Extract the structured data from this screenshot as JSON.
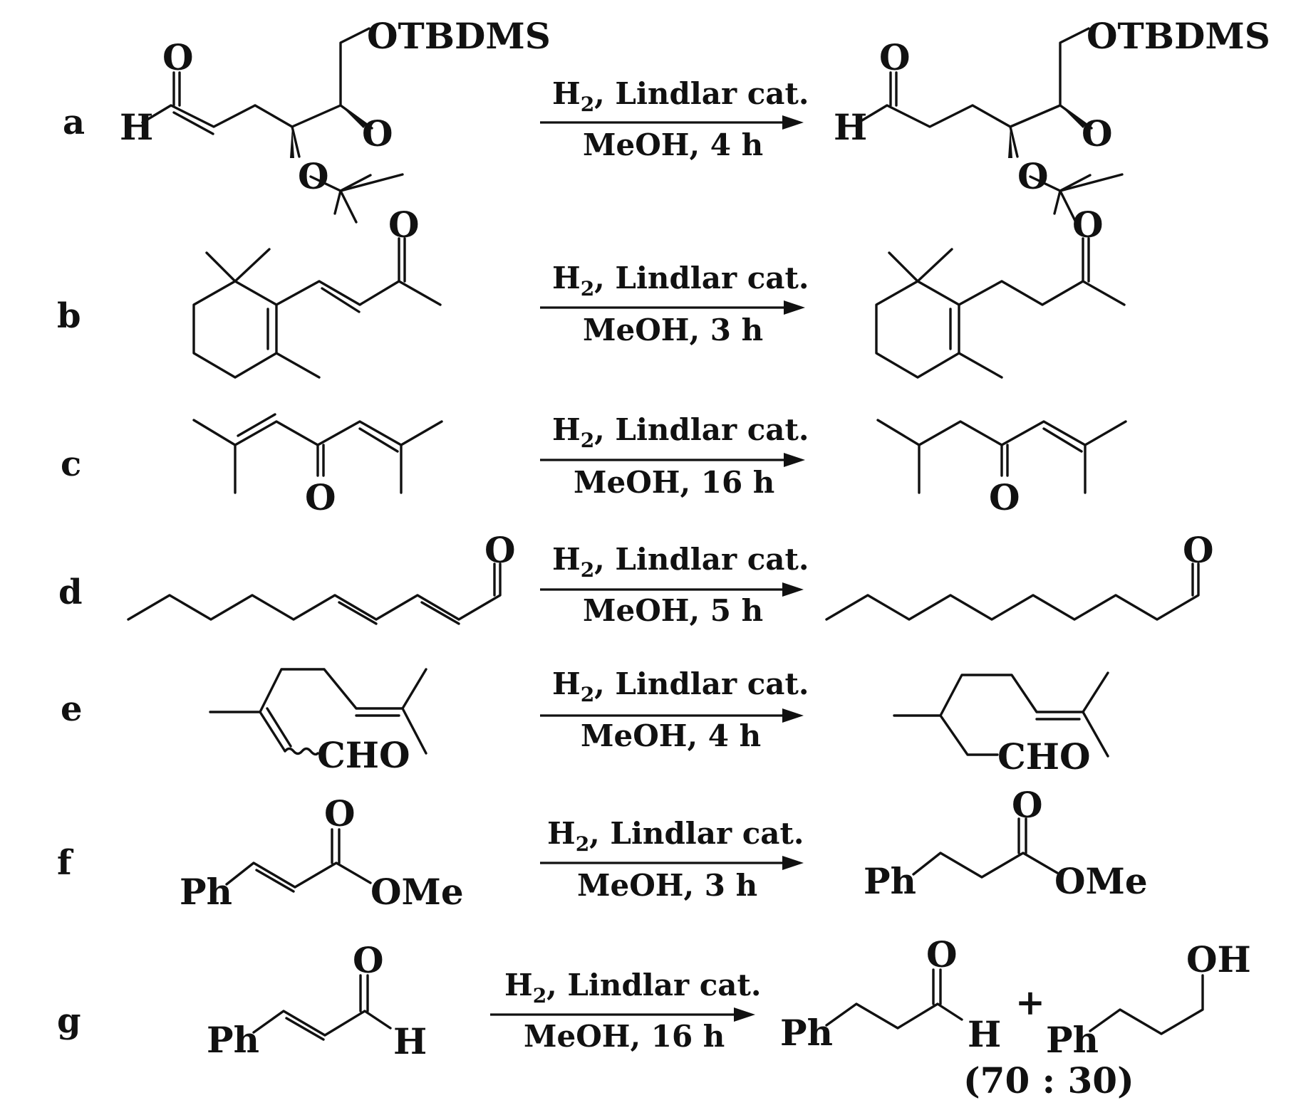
{
  "scheme": {
    "reactions": [
      {
        "label": "a",
        "reagent": "Lindlar cat.",
        "conditions": "MeOH, 4 h"
      },
      {
        "label": "b",
        "reagent": "Lindlar cat.",
        "conditions": "MeOH, 3 h"
      },
      {
        "label": "c",
        "reagent": "Lindlar cat.",
        "conditions": "MeOH, 16 h"
      },
      {
        "label": "d",
        "reagent": "Lindlar cat.",
        "conditions": "MeOH, 5 h"
      },
      {
        "label": "e",
        "reagent": "Lindlar cat.",
        "conditions": "MeOH, 4 h"
      },
      {
        "label": "f",
        "reagent": "Lindlar cat.",
        "conditions": "MeOH, 3 h"
      },
      {
        "label": "g",
        "reagent": "Lindlar cat.",
        "conditions": "MeOH, 16 h"
      }
    ],
    "h2": "H",
    "h2_sub": "2",
    "comma": ",",
    "atoms": {
      "O": "O",
      "H": "H",
      "OTBDMS": "OTBDMS",
      "CHO": "CHO",
      "Ph": "Ph",
      "OMe": "OMe",
      "OH": "OH",
      "plus": "+"
    },
    "ratio": "(70 : 30)"
  }
}
